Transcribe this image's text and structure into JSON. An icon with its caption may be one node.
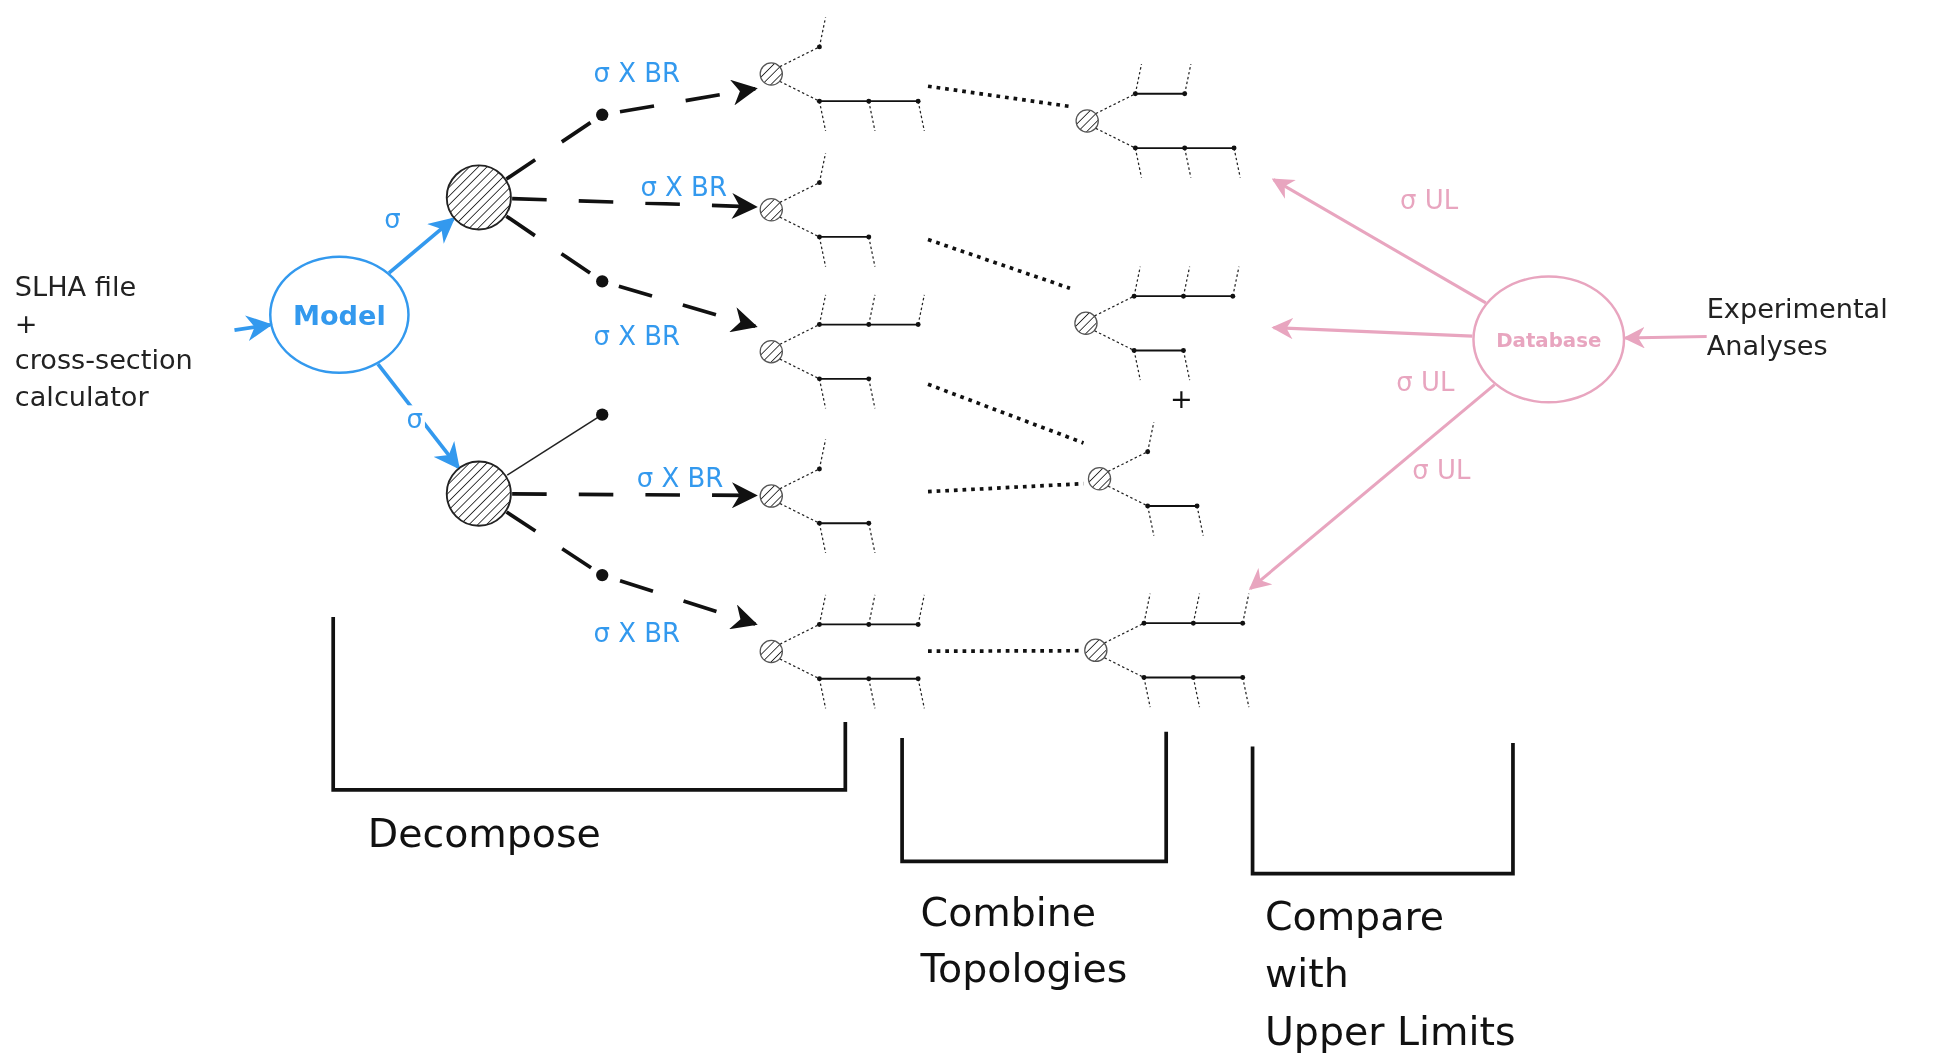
{
  "diagram": {
    "nodes": [
      {
        "text": [
          "SLHA file + cross-section calculator"
        ]
      },
      {
        "text": [
          "Model"
        ]
      },
      {
        "text": [],
        "shape": "circle"
      },
      {
        "text": [],
        "shape": "circle"
      },
      {
        "text": [],
        "shape": "picture"
      },
      {
        "text": [],
        "shape": "picture"
      },
      {
        "text": [],
        "shape": "picture"
      },
      {
        "text": [],
        "shape": "picture"
      },
      {
        "text": [],
        "shape": "picture"
      },
      {
        "text": [],
        "shape": "picture"
      },
      {
        "text": [],
        "shape": "picture"
      },
      {
        "text": [],
        "shape": "picture"
      },
      {
        "text": [],
        "shape": "picture"
      },
      {
        "text": [
          "Database"
        ]
      },
      {
        "text": [
          "Experimental Analyses"
        ]
      }
    ],
    "edges": [
      {
        "from": 0,
        "to": 1,
        "arrow": "to",
        "color": "#3399ee"
      },
      {
        "from": 1,
        "to": 2,
        "arrow": "to",
        "label": "σ",
        "color": "#3399ee"
      },
      {
        "from": 1,
        "to": 3,
        "arrow": "to",
        "label": "σ",
        "color": "#3399ee"
      },
      {
        "from": 2,
        "to": 4,
        "arrow": "to",
        "label": "σ X BR",
        "style": "dashed"
      },
      {
        "from": 2,
        "to": 5,
        "arrow": "to",
        "label": "σ X BR",
        "style": "dashed"
      },
      {
        "from": 2,
        "to": 6,
        "arrow": "to",
        "label": "σ X BR",
        "style": "dashed"
      },
      {
        "from": 3,
        "to": 7,
        "arrow": "to",
        "label": "σ X BR",
        "style": "dashed"
      },
      {
        "from": 3,
        "to": 8,
        "arrow": "to",
        "label": "σ X BR",
        "style": "dashed"
      },
      {
        "from": 4,
        "to": 9,
        "arrow": "none",
        "style": "dashed"
      },
      {
        "from": 5,
        "to": 10,
        "arrow": "none",
        "style": "dashed"
      },
      {
        "from": 6,
        "to": 11,
        "arrow": "none",
        "style": "dashed"
      },
      {
        "from": 7,
        "to": 11,
        "arrow": "none",
        "style": "dashed"
      },
      {
        "from": 8,
        "to": 12,
        "arrow": "none",
        "style": "dashed"
      },
      {
        "from": 13,
        "to": 9,
        "arrow": "to",
        "label": "σ UL",
        "color": "#e8a5bf"
      },
      {
        "from": 13,
        "to": 10,
        "arrow": "to",
        "label": "σ UL",
        "color": "#e8a5bf"
      },
      {
        "from": 13,
        "to": 12,
        "arrow": "to",
        "label": "σ UL",
        "color": "#e8a5bf"
      },
      {
        "from": 14,
        "to": 13,
        "arrow": "to",
        "color": "#e8a5bf"
      }
    ],
    "labels": [
      "+",
      "Decompose",
      "Combine Topologies",
      "Compare with Upper Limits"
    ]
  }
}
